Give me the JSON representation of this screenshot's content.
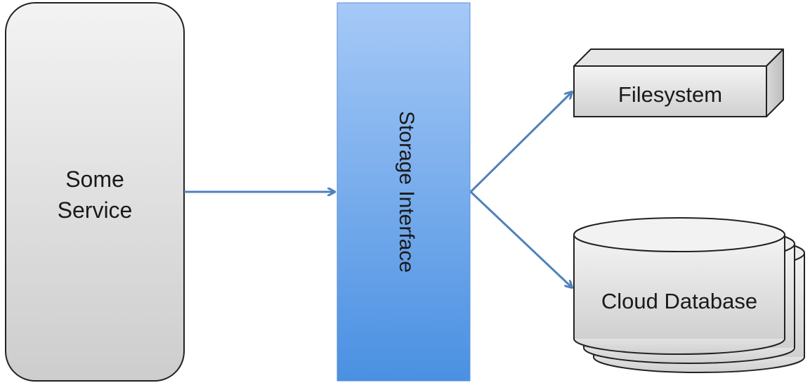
{
  "nodes": {
    "service": {
      "line1": "Some",
      "line2": "Service"
    },
    "storage_interface": {
      "label": "Storage Interface"
    },
    "filesystem": {
      "label": "Filesystem"
    },
    "cloud_database": {
      "label": "Cloud Database"
    }
  },
  "colors": {
    "arrow": "#4f81bd",
    "service_fill_top": "#f2f2f2",
    "service_fill_bottom": "#cfcfcf",
    "interface_fill_top": "#a6c9f7",
    "interface_fill_bottom": "#4a90e2",
    "shape_stroke": "#222222"
  },
  "edges": [
    {
      "from": "service",
      "to": "storage_interface"
    },
    {
      "from": "storage_interface",
      "to": "filesystem"
    },
    {
      "from": "storage_interface",
      "to": "cloud_database"
    }
  ]
}
